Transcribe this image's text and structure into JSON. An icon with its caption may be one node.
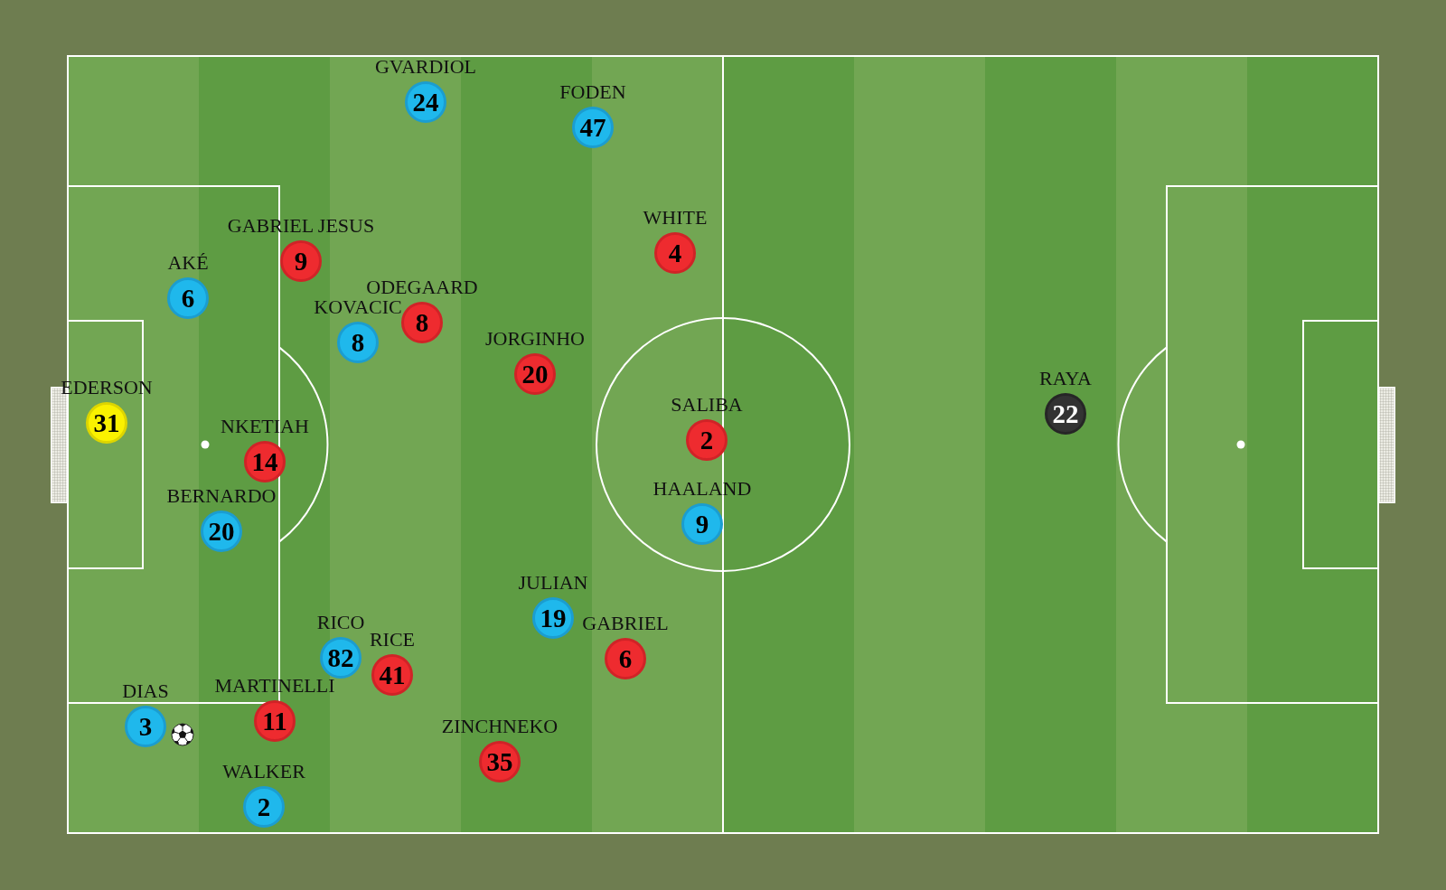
{
  "diagram": {
    "nodes": [
      {
        "text": [
          "24"
        ],
        "beside": [
          "GVARDIOL"
        ]
      },
      {
        "text": [
          "47"
        ],
        "beside": [
          "FODEN"
        ]
      },
      {
        "text": [
          "9"
        ],
        "beside": [
          "GABRIEL JESUS"
        ]
      },
      {
        "text": [
          "4"
        ],
        "beside": [
          "WHITE"
        ]
      },
      {
        "text": [
          "6"
        ],
        "beside": [
          "AKÉ"
        ]
      },
      {
        "text": [
          "8"
        ],
        "beside": [
          "ODEGAARD"
        ]
      },
      {
        "text": [
          "8"
        ],
        "beside": [
          "KOVACIC"
        ]
      },
      {
        "text": [
          "20"
        ],
        "beside": [
          "JORGINHO"
        ]
      },
      {
        "text": [
          "22"
        ],
        "beside": [
          "RAYA"
        ]
      },
      {
        "text": [
          "31"
        ],
        "beside": [
          "EDERSON"
        ]
      },
      {
        "text": [
          "2"
        ],
        "beside": [
          "SALIBA"
        ]
      },
      {
        "text": [
          "14"
        ],
        "beside": [
          "NKETIAH"
        ]
      },
      {
        "text": [
          "20"
        ],
        "beside": [
          "BERNARDO"
        ]
      },
      {
        "text": [
          "9"
        ],
        "beside": [
          "HAALAND"
        ]
      },
      {
        "text": [
          "19"
        ],
        "beside": [
          "JULIAN"
        ]
      },
      {
        "text": [
          "6"
        ],
        "beside": [
          "GABRIEL"
        ]
      },
      {
        "text": [
          "82"
        ],
        "beside": [
          "RICO"
        ]
      },
      {
        "text": [
          "41"
        ],
        "beside": [
          "RICE"
        ]
      },
      {
        "text": [
          "3"
        ],
        "beside": [
          "DIAS"
        ]
      },
      {
        "text": [
          "11"
        ],
        "beside": [
          "MARTINELLI"
        ]
      },
      {
        "text": [
          "35"
        ],
        "beside": [
          "ZINCHNEKO"
        ]
      },
      {
        "text": [
          "2"
        ],
        "beside": [
          "WALKER"
        ]
      }
    ]
  }
}
